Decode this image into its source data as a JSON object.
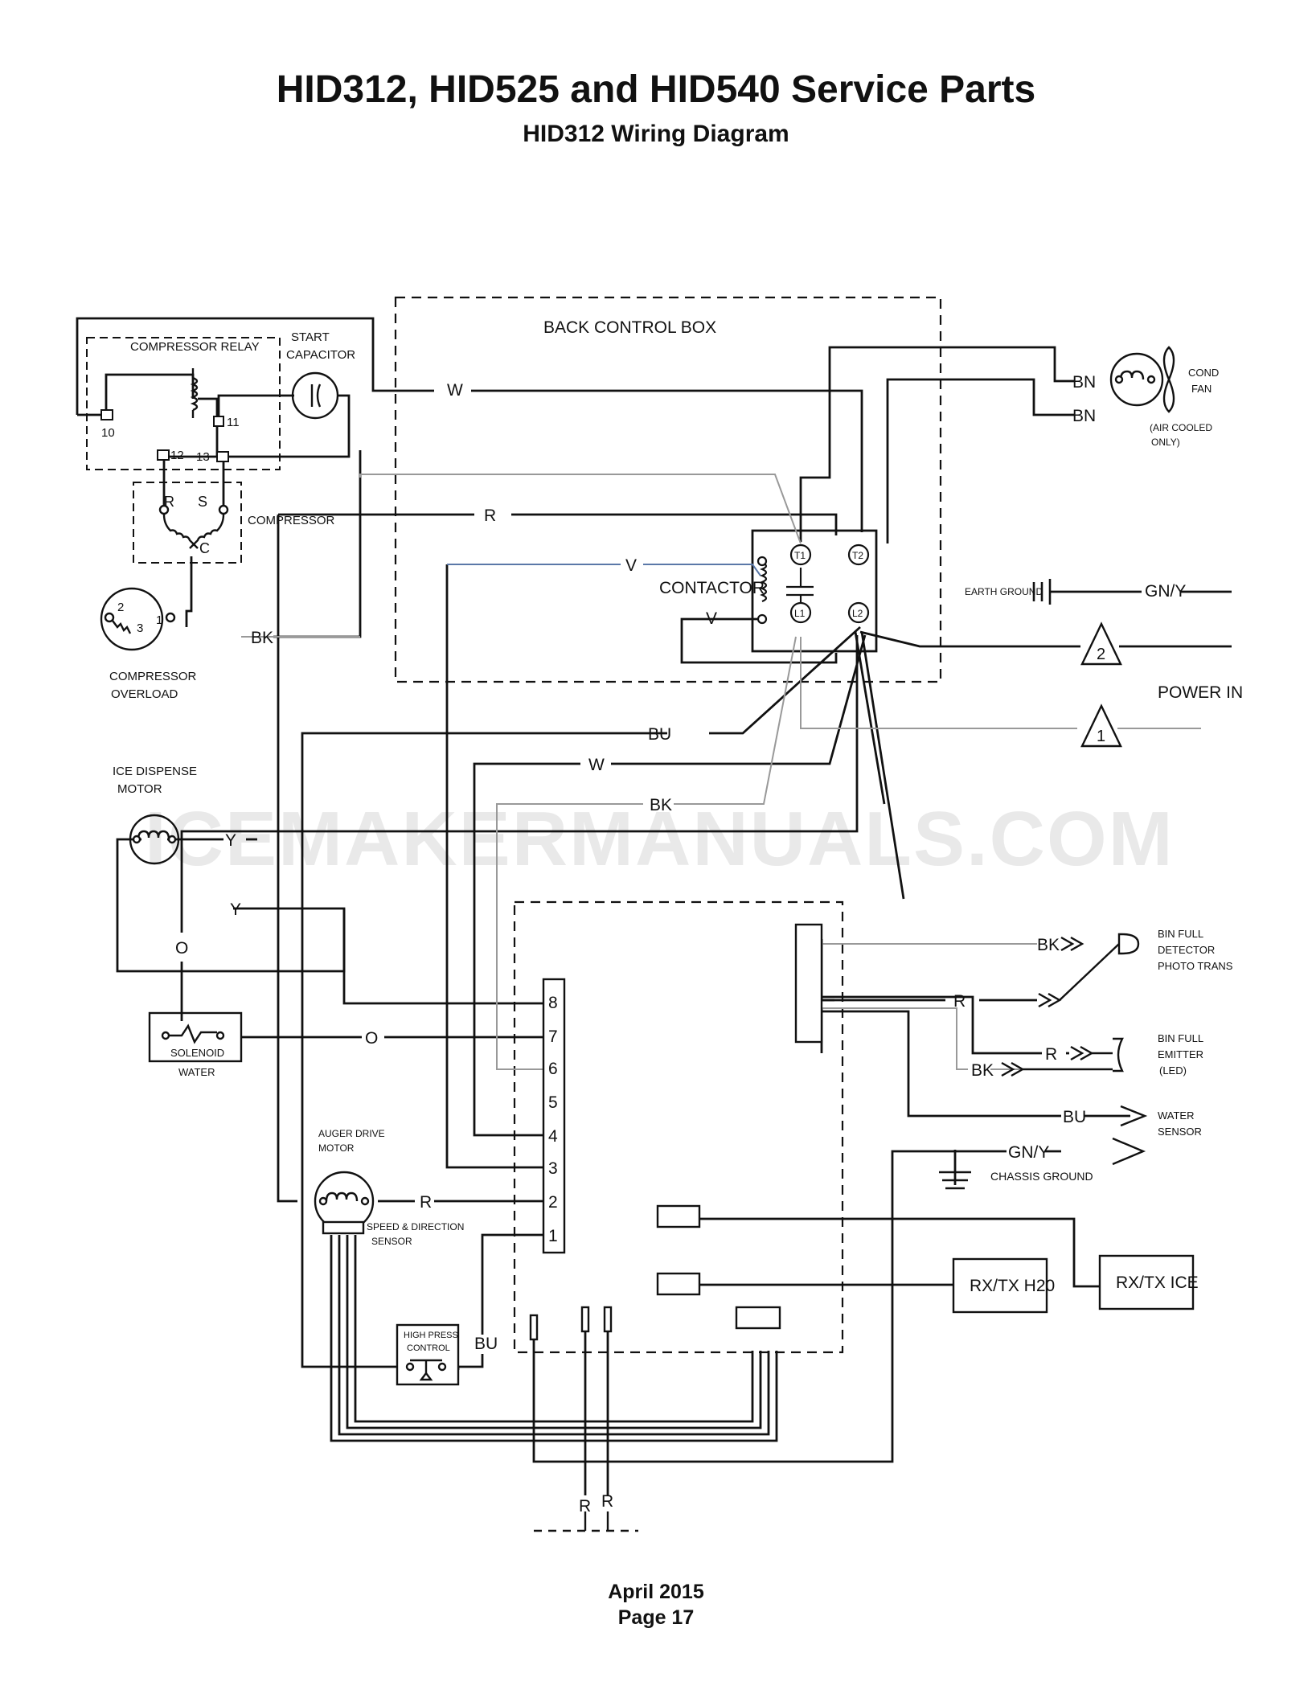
{
  "header": {
    "title": "HID312, HID525 and HID540 Service Parts",
    "subtitle": "HID312 Wiring Diagram"
  },
  "footer": {
    "date": "April 2015",
    "page": "Page 17"
  },
  "watermark": "ICEMAKERMANUALS.COM",
  "components": {
    "back_control_box": "BACK CONTROL BOX",
    "compressor_relay": "COMPRESSOR RELAY",
    "start_capacitor_1": "START",
    "start_capacitor_2": "CAPACITOR",
    "compressor": "COMPRESSOR",
    "compressor_overload_1": "COMPRESSOR",
    "compressor_overload_2": "OVERLOAD",
    "contactor": "CONTACTOR",
    "cond_fan_1": "COND",
    "cond_fan_2": "FAN",
    "air_cooled_1": "(AIR COOLED",
    "air_cooled_2": "ONLY)",
    "earth_ground": "EARTH GROUND",
    "power_in": "POWER IN",
    "ice_dispense_motor_1": "ICE DISPENSE",
    "ice_dispense_motor_2": "MOTOR",
    "solenoid": "SOLENOID",
    "water": "WATER",
    "auger_drive_motor_1": "AUGER DRIVE",
    "auger_drive_motor_2": "MOTOR",
    "speed_sensor_1": "SPEED & DIRECTION",
    "speed_sensor_2": "SENSOR",
    "high_press_1": "HIGH PRESS",
    "high_press_2": "CONTROL",
    "bin_full_detector_1": "BIN FULL",
    "bin_full_detector_2": "DETECTOR",
    "bin_full_detector_3": "PHOTO TRANS",
    "bin_full_emitter_1": "BIN FULL",
    "bin_full_emitter_2": "EMITTER",
    "bin_full_emitter_3": "(LED)",
    "water_sensor_1": "WATER",
    "water_sensor_2": "SENSOR",
    "chassis_ground": "CHASSIS GROUND",
    "rx_tx_h2o": "RX/TX H20",
    "rx_tx_ice": "RX/TX ICE"
  },
  "terminals": {
    "relay_10": "10",
    "relay_11": "11",
    "relay_12": "12",
    "relay_13": "13",
    "comp_r": "R",
    "comp_s": "S",
    "comp_c": "C",
    "ovl_1": "1",
    "ovl_2": "2",
    "ovl_3": "3",
    "t1": "T1",
    "t2": "T2",
    "l1": "L1",
    "l2": "L2",
    "power_1": "1",
    "power_2": "2",
    "pins": [
      "8",
      "7",
      "6",
      "5",
      "4",
      "3",
      "2",
      "1"
    ]
  },
  "wires": {
    "w_top": "W",
    "r_top": "R",
    "v_top": "V",
    "v_contactor": "V",
    "bk_overload": "BK",
    "bn_1": "BN",
    "bn_2": "BN",
    "gny_earth": "GN/Y",
    "bu_mid": "BU",
    "w_mid": "W",
    "bk_mid": "BK",
    "y_1": "Y",
    "y_2": "Y",
    "o_1": "O",
    "o_2": "O",
    "r_auger": "R",
    "bu_hp": "BU",
    "bk_det": "BK",
    "r_det": "R",
    "r_emit": "R",
    "bk_emit": "BK",
    "bu_ws": "BU",
    "gny_chassis": "GN/Y",
    "r_bottom_1": "R",
    "r_bottom_2": "R"
  },
  "colors": {
    "wire": "#111111",
    "gray_wire": "#999999",
    "violet_wire": "#5a78a8",
    "watermark": "#e9e9e9"
  }
}
